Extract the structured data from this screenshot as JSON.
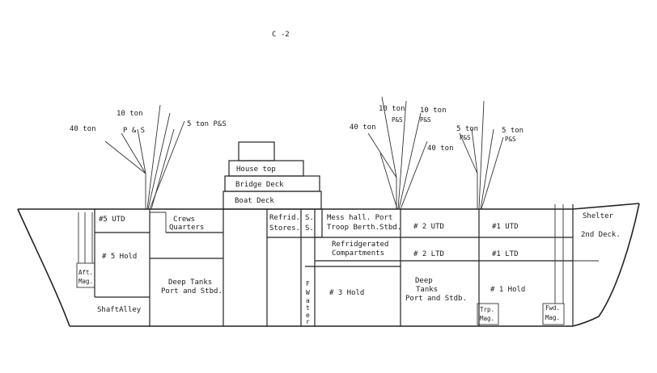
{
  "page_id": "C -2",
  "labels": {
    "booms_aft": [
      "40 ton",
      "10 ton",
      "P & S",
      "5 ton P&S"
    ],
    "booms_mid": [
      "40 ton",
      "10 ton",
      "P&S",
      "10 ton",
      "P&S",
      "40 ton"
    ],
    "booms_fwd": [
      "5 ton",
      "P&S",
      "5 ton",
      "P&S"
    ],
    "superstructure": [
      "House top",
      "Bridge Deck",
      "Boat Deck"
    ],
    "compartments": {
      "no5_utd": "#5 UTD",
      "crews_1": "Crews",
      "crews_2": "Quarters",
      "no5_hold": "# 5 Hold",
      "aft_mag_1": "Aft.",
      "aft_mag_2": "Mag.",
      "deep_aft_1": "Deep Tanks",
      "deep_aft_2": "Port and Stbd.",
      "shaft_alley": "ShaftAlley",
      "refrid_1": "Refrid.",
      "refrid_2": "Stores.",
      "ss_1": "S.",
      "ss_2": "S.",
      "mess_1": "Mess hall. Port",
      "mess_2": "Troop Berth.Stbd.",
      "refrig_1": "Refridgerated",
      "refrig_2": "Compartments",
      "no3_hold": "# 3 Hold",
      "no2_utd": "# 2 UTD",
      "no2_ltd": "# 2 LTD",
      "deep_fwd_1": "Deep",
      "deep_fwd_2": "Tanks",
      "deep_fwd_3": "Port and Stdb.",
      "no1_utd": "#1 UTD",
      "no1_ltd": "#1 LTD",
      "no1_hold": "# 1 Hold",
      "trp_mag_1": "Trp.",
      "trp_mag_2": "Mag.",
      "fwd_mag_1": "Fwd.",
      "fwd_mag_2": "Mag.",
      "shelter": "Shelter",
      "second_deck": "2nd Deck."
    },
    "fwater": [
      "F",
      "W",
      "a",
      "t",
      "e",
      "r"
    ]
  }
}
